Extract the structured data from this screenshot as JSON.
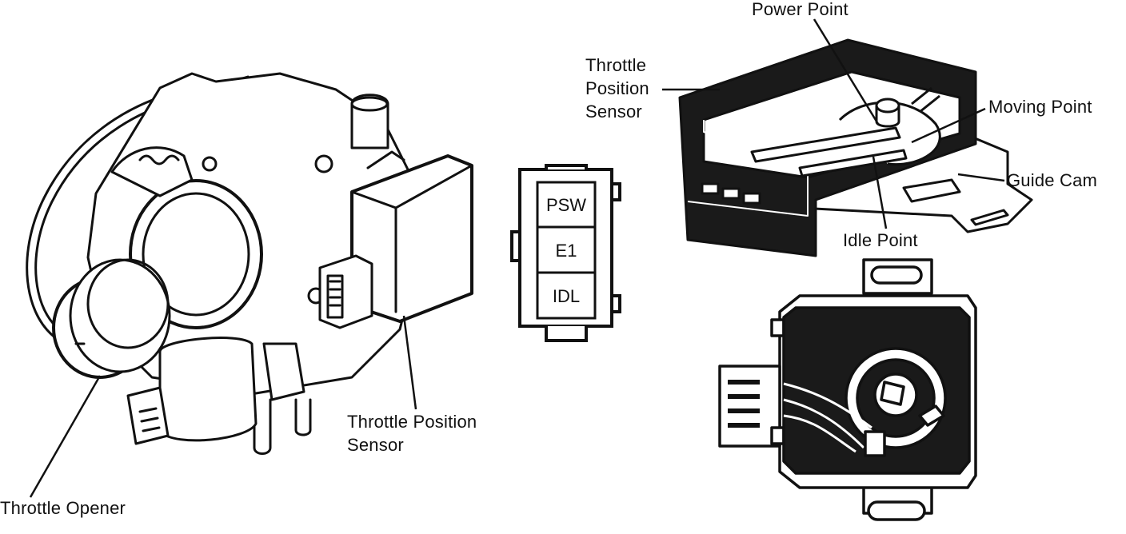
{
  "labels": {
    "power_point": "Power Point",
    "tps_top_line1": "Throttle",
    "tps_top_line2": "Position",
    "tps_top_line3": "Sensor",
    "moving_point": "Moving Point",
    "guide_cam": "Guide Cam",
    "idle_point": "Idle Point",
    "tps_bottom_line1": "Throttle Position",
    "tps_bottom_line2": "Sensor",
    "throttle_opener": "Throttle Opener"
  },
  "connector": {
    "pins": [
      "PSW",
      "E1",
      "IDL"
    ]
  },
  "colors": {
    "ink": "#111111",
    "paper": "#ffffff",
    "fill_dark": "#1a1a1a"
  }
}
